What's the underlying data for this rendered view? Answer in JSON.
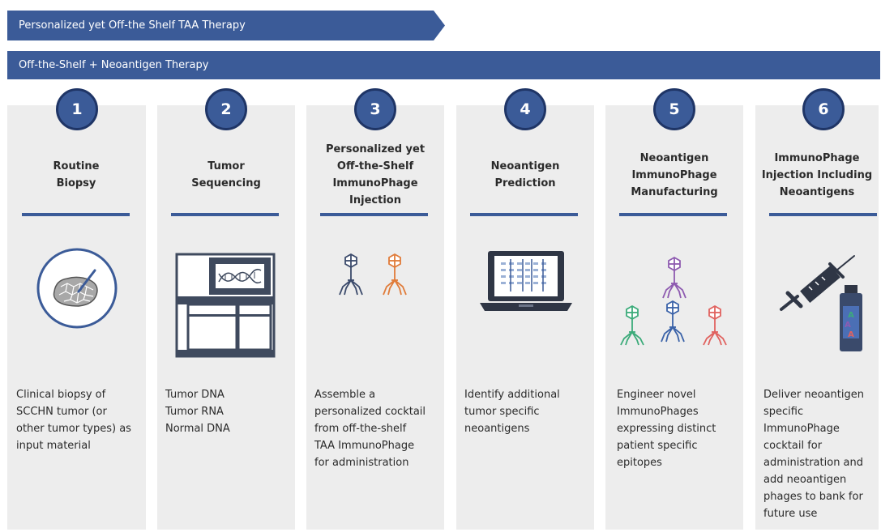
{
  "banners": {
    "top": "Personalized yet Off-the Shelf TAA Therapy",
    "second": "Off-the-Shelf + Neoantigen Therapy"
  },
  "steps": [
    {
      "number": "1",
      "title": "Routine\nBiopsy",
      "icon": "biopsy-icon",
      "description": "Clinical biopsy of\nSCCHN tumor (or\nother tumor types) as\ninput material"
    },
    {
      "number": "2",
      "title": "Tumor\nSequencing",
      "icon": "sequencer-icon",
      "description": "Tumor DNA\nTumor RNA\nNormal DNA"
    },
    {
      "number": "3",
      "title": "Personalized yet\nOff-the-Shelf\nImmunoPhage\nInjection",
      "icon": "phage-pair-icon",
      "description": "Assemble a\npersonalized cocktail\nfrom off-the-shelf\nTAA ImmunoPhage\nfor administration"
    },
    {
      "number": "4",
      "title": "Neoantigen\nPrediction",
      "icon": "laptop-icon",
      "description": "Identify additional\ntumor specific\nneoantigens"
    },
    {
      "number": "5",
      "title": "Neoantigen\nImmunoPhage\nManufacturing",
      "icon": "phage-group-icon",
      "description": "Engineer novel\nImmunoPhages\nexpressing distinct\npatient specific\nepitopes"
    },
    {
      "number": "6",
      "title": "ImmunoPhage\nInjection Including\nNeoantigens",
      "icon": "syringe-vial-icon",
      "description": "Deliver neoantigen\nspecific\nImmunoPhage\ncocktail for\nadministration and\nadd neoantigen\nphages to bank for\nfuture use"
    }
  ],
  "colors": {
    "accent": "#3b5b98",
    "column_bg": "#ededed",
    "phage_dark": "#3b4a6b",
    "phage_orange": "#e07b39",
    "phage_purple": "#8e5bb0",
    "phage_green": "#3cab7a",
    "phage_blue": "#3a62a8",
    "phage_red": "#e0625f"
  }
}
